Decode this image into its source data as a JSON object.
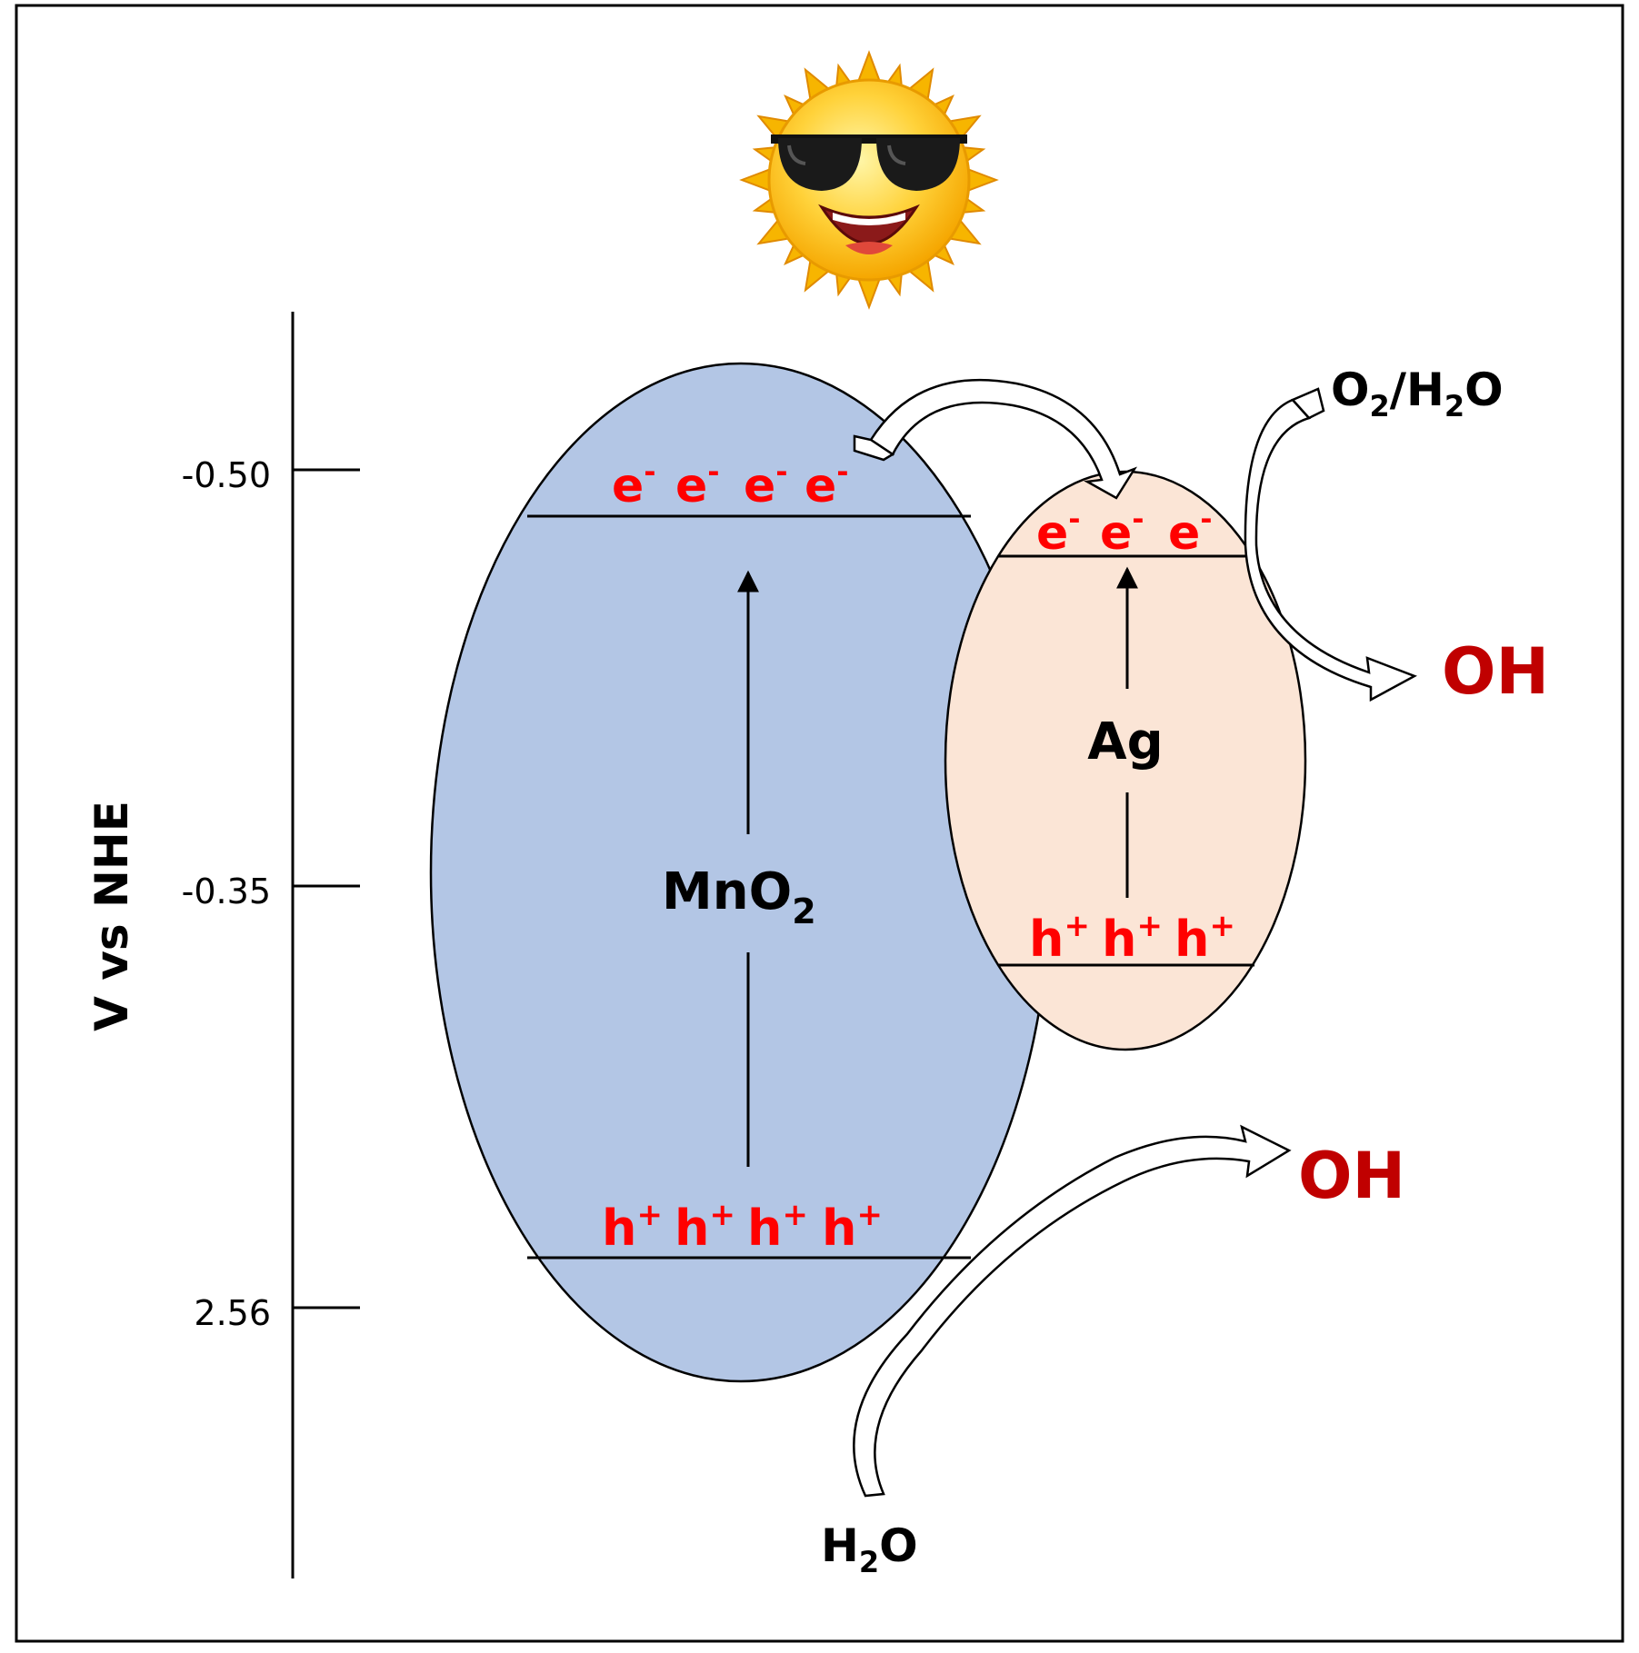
{
  "axis": {
    "title": "V vs NHE",
    "ticks": [
      "-0.50",
      "-0.35",
      "2.56"
    ]
  },
  "mno2": {
    "label_main": "MnO",
    "label_sub": "2",
    "electron": "e",
    "electron_sup": "-",
    "hole": "h",
    "hole_sup": "+",
    "fill": "#b3c6e5"
  },
  "ag": {
    "label": "Ag",
    "electron": "e",
    "electron_sup": "-",
    "hole": "h",
    "hole_sup": "+",
    "fill": "#fbe5d6"
  },
  "reactions": {
    "o2_part1": "O",
    "o2_sub1": "2",
    "o2_part2": "/H",
    "o2_sub2": "2",
    "o2_part3": "O",
    "oh_top": "OH",
    "oh_bottom": "OH",
    "h2o_part1": "H",
    "h2o_sub": "2",
    "h2o_part2": "O"
  },
  "colors": {
    "charge_red": "#ff0000",
    "oh_red": "#c00000",
    "text_black": "#000000"
  },
  "icons": {
    "sun": "sun-with-sunglasses-icon"
  }
}
